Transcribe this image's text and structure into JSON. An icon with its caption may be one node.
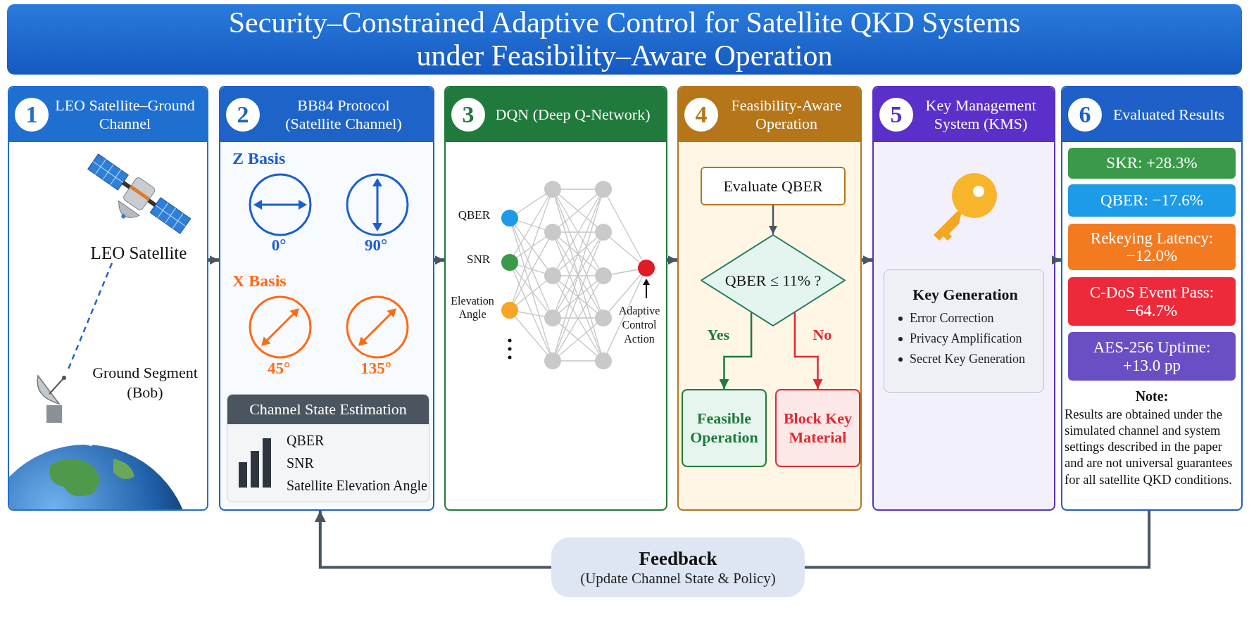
{
  "diagram": {
    "title": "Security–Constrained Adaptive Control for Satellite QKD Systems under Feasibility–Aware Operation",
    "nodes": [
      {
        "text": [
          "1",
          "LEO Satellite–Ground Channel"
        ]
      },
      {
        "text": [
          "LEO Satellite"
        ],
        "in": 0
      },
      {
        "text": [],
        "shape": "picture",
        "in": 0,
        "beside": [
          "Ground Segment (Bob)"
        ]
      },
      {
        "text": [
          "2",
          "BB84 Protocol (Satellite Channel)"
        ]
      },
      {
        "text": [
          "Channel State Estimation",
          "QBER",
          "SNR",
          "Satellite Elevation Angle"
        ],
        "in": 3
      },
      {
        "text": [
          "3",
          "DQN (Deep Q-Network)"
        ]
      },
      {
        "text": [
          "4",
          "Feasibility-Aware Operation"
        ]
      },
      {
        "text": [
          "Evaluate QBER"
        ],
        "in": 6
      },
      {
        "text": [
          "QBER ≤ 11% ?"
        ],
        "in": 6
      },
      {
        "text": [
          "Feasible Operation"
        ],
        "in": 6
      },
      {
        "text": [
          "Block Key Material"
        ],
        "in": 6
      },
      {
        "text": [
          "5",
          "Key Management System (KMS)"
        ]
      },
      {
        "text": [
          "Key Generation",
          "Error Correction",
          "Privacy Amplification",
          "Secret Key Generation"
        ],
        "in": 11
      },
      {
        "text": [
          "6",
          "Evaluated Results"
        ]
      },
      {
        "text": [
          "SKR: +28.3%"
        ],
        "in": 13
      },
      {
        "text": [
          "QBER: −17.6%"
        ],
        "in": 13
      },
      {
        "text": [
          "Rekeying Latency: −12.0%"
        ],
        "in": 13
      },
      {
        "text": [
          "C-DoS Event Pass: −64.7%"
        ],
        "in": 13
      },
      {
        "text": [
          "AES-256 Uptime: +13.0 pp"
        ],
        "in": 13
      },
      {
        "text": [
          "Feedback",
          "(Update Channel State & Policy)"
        ]
      }
    ],
    "edges": [
      {
        "from": 0,
        "to": 3,
        "arrow": "to"
      },
      {
        "from": 3,
        "to": 5,
        "arrow": "to"
      },
      {
        "from": 5,
        "to": 6,
        "arrow": "to"
      },
      {
        "from": 6,
        "to": 11,
        "arrow": "to"
      },
      {
        "from": 11,
        "to": 13,
        "arrow": "to"
      },
      {
        "from": 1,
        "to": 2,
        "arrow": "none",
        "style": "dashed",
        "color": "#2563c9"
      },
      {
        "from": 7,
        "to": 8,
        "arrow": "to"
      },
      {
        "from": 8,
        "to": 9,
        "arrow": "to",
        "label": "Yes",
        "color": "#1f7a3c"
      },
      {
        "from": 8,
        "to": 10,
        "arrow": "to",
        "label": "No",
        "color": "#e0282e"
      },
      {
        "from": 13,
        "to": 19,
        "arrow": "none"
      },
      {
        "from": 19,
        "to": 3,
        "arrow": "to"
      }
    ],
    "labels": [
      "Z Basis",
      "0°",
      "90°",
      "X Basis",
      "45°",
      "135°",
      "QBER",
      "SNR",
      "Elevation Angle",
      "Adaptive Control Action",
      "Note:",
      "Results are obtained under the simulated channel and system settings described in the paper and are not universal guarantees for all satellite QKD conditions."
    ]
  }
}
